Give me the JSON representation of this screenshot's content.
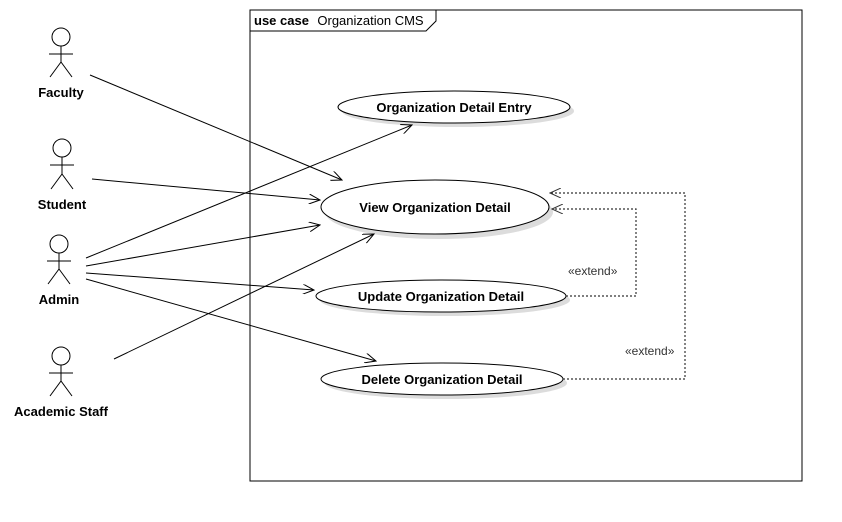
{
  "frame": {
    "keyword": "use case",
    "name": "Organization CMS"
  },
  "actors": {
    "faculty": "Faculty",
    "student": "Student",
    "admin": "Admin",
    "academic_staff": "Academic Staff"
  },
  "use_cases": {
    "entry": "Organization Detail Entry",
    "view": "View Organization Detail",
    "update": "Update Organization Detail",
    "delete": "Delete Organization Detail"
  },
  "relations": {
    "extend_update": "«extend»",
    "extend_delete": "«extend»"
  },
  "associations": [
    {
      "from": "Faculty",
      "to": "View Organization Detail"
    },
    {
      "from": "Student",
      "to": "View Organization Detail"
    },
    {
      "from": "Admin",
      "to": "Organization Detail Entry"
    },
    {
      "from": "Admin",
      "to": "View Organization Detail"
    },
    {
      "from": "Admin",
      "to": "Update Organization Detail"
    },
    {
      "from": "Admin",
      "to": "Delete Organization Detail"
    },
    {
      "from": "Academic Staff",
      "to": "View Organization Detail"
    }
  ],
  "extends": [
    {
      "from": "Update Organization Detail",
      "to": "View Organization Detail"
    },
    {
      "from": "Delete Organization Detail",
      "to": "View Organization Detail"
    }
  ]
}
